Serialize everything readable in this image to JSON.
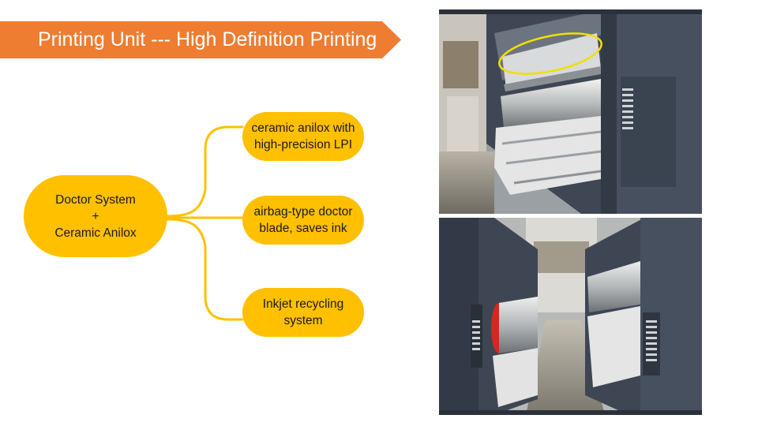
{
  "header": {
    "title": "Printing Unit --- High Definition Printing",
    "color": "#ee7d31"
  },
  "diagram": {
    "root": {
      "lines": [
        "Doctor System",
        "+",
        "Ceramic Anilox"
      ]
    },
    "branches": [
      {
        "lines": [
          "ceramic anilox with",
          "high-precision LPI"
        ]
      },
      {
        "lines": [
          "airbag-type doctor",
          "blade, saves ink"
        ]
      },
      {
        "lines": [
          "Inkjet recycling",
          "system"
        ]
      }
    ],
    "node_color": "#ffc000",
    "connector_color": "#ffc000"
  },
  "photos": [
    {
      "name": "printing-unit-photo-top",
      "highlight_color": "#f0e000"
    },
    {
      "name": "printing-unit-photo-bottom"
    }
  ]
}
